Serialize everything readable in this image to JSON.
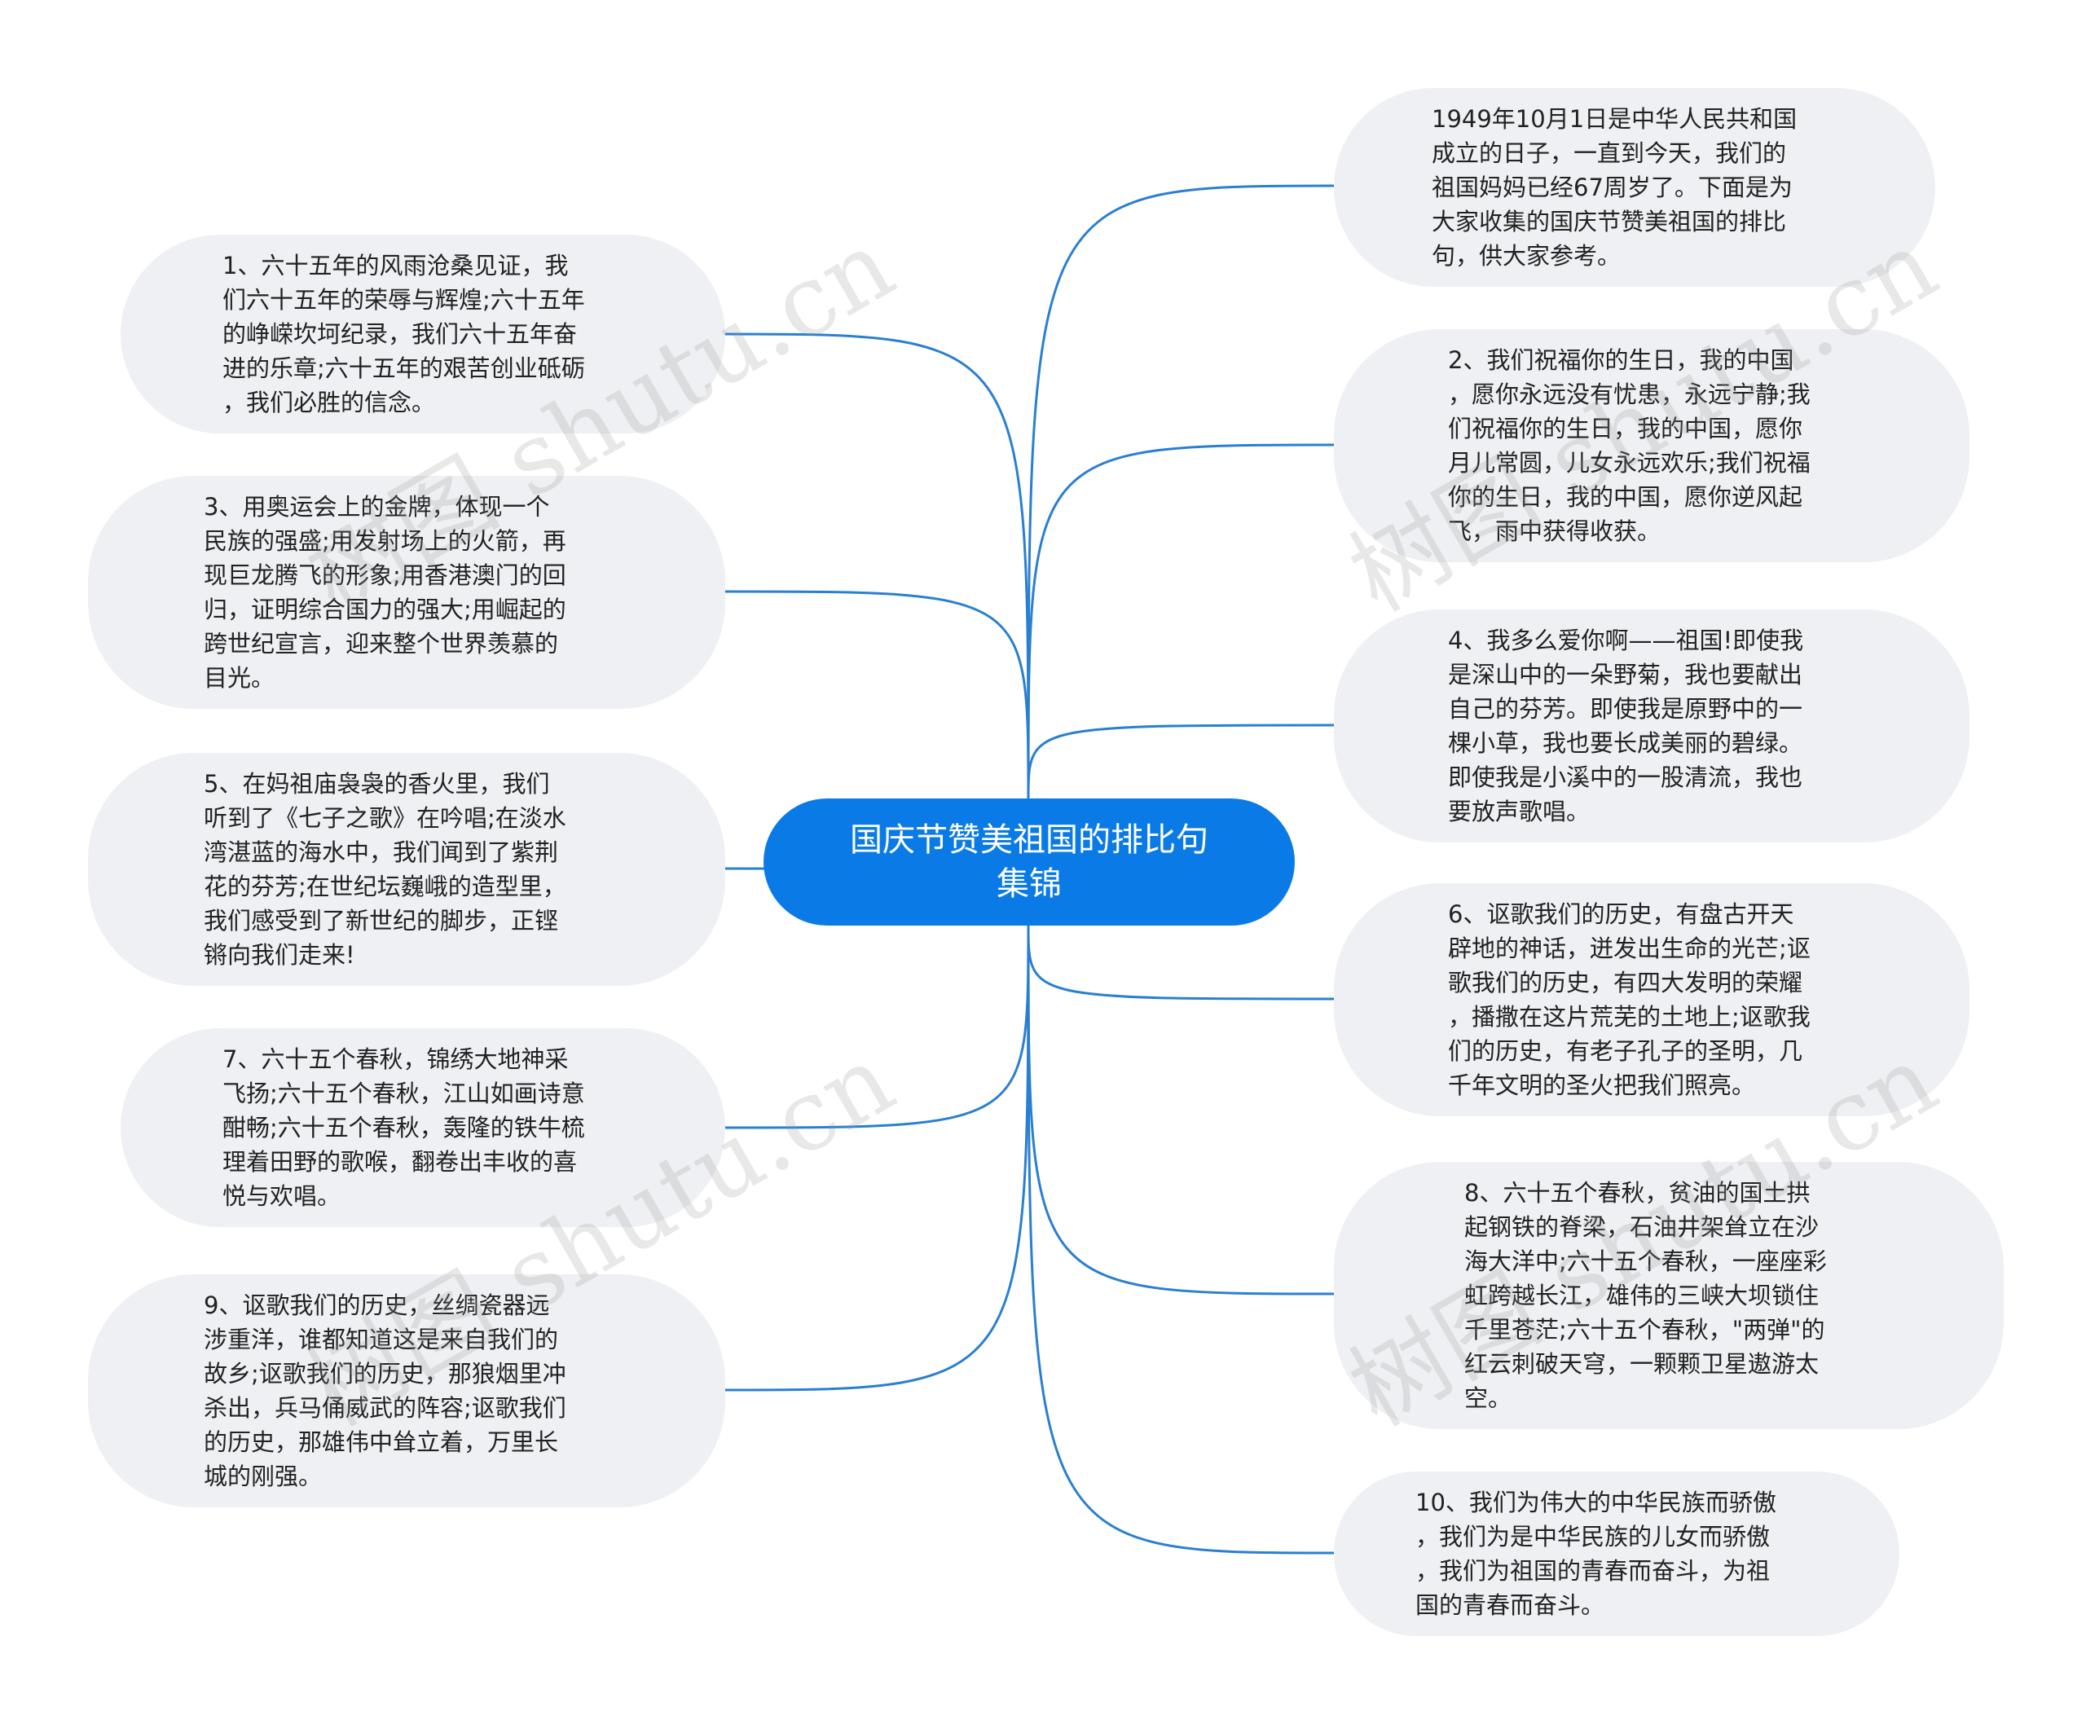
{
  "colors": {
    "center_fill": "#0a7be6",
    "line": "#2a7fd0",
    "node_fill": "#eef0f3"
  },
  "center": {
    "title": "国庆节赞美祖国的排比句\n集锦"
  },
  "nodes": [
    {
      "text": "1949年10月1日是中华人民共和国\n成立的日子，一直到今天，我们的\n祖国妈妈已经67周岁了。下面是为\n大家收集的国庆节赞美祖国的排比\n句，供大家参考。"
    },
    {
      "text": "1、六十五年的风雨沧桑见证，我\n们六十五年的荣辱与辉煌;六十五年\n的峥嵘坎坷纪录，我们六十五年奋\n进的乐章;六十五年的艰苦创业砥砺\n，我们必胜的信念。"
    },
    {
      "text": "2、我们祝福你的生日，我的中国\n，愿你永远没有忧患，永远宁静;我\n们祝福你的生日，我的中国，愿你\n月儿常圆，儿女永远欢乐;我们祝福\n你的生日，我的中国，愿你逆风起\n飞，雨中获得收获。"
    },
    {
      "text": "3、用奥运会上的金牌，体现一个\n民族的强盛;用发射场上的火箭，再\n现巨龙腾飞的形象;用香港澳门的回\n归，证明综合国力的强大;用崛起的\n跨世纪宣言，迎来整个世界羡慕的\n目光。"
    },
    {
      "text": "4、我多么爱你啊——祖国!即使我\n是深山中的一朵野菊，我也要献出\n自己的芬芳。即使我是原野中的一\n棵小草，我也要长成美丽的碧绿。\n即使我是小溪中的一股清流，我也\n要放声歌唱。"
    },
    {
      "text": "5、在妈祖庙袅袅的香火里，我们\n听到了《七子之歌》在吟唱;在淡水\n湾湛蓝的海水中，我们闻到了紫荆\n花的芬芳;在世纪坛巍峨的造型里，\n我们感受到了新世纪的脚步，正铿\n锵向我们走来!"
    },
    {
      "text": "6、讴歌我们的历史，有盘古开天\n辟地的神话，迸发出生命的光芒;讴\n歌我们的历史，有四大发明的荣耀\n，播撒在这片荒芜的土地上;讴歌我\n们的历史，有老子孔子的圣明，几\n千年文明的圣火把我们照亮。"
    },
    {
      "text": "7、六十五个春秋，锦绣大地神采\n飞扬;六十五个春秋，江山如画诗意\n酣畅;六十五个春秋，轰隆的铁牛梳\n理着田野的歌喉，翻卷出丰收的喜\n悦与欢唱。"
    },
    {
      "text": "8、六十五个春秋，贫油的国土拱\n起钢铁的脊梁，石油井架耸立在沙\n海大洋中;六十五个春秋，一座座彩\n虹跨越长江，雄伟的三峡大坝锁住\n千里苍茫;六十五个春秋，\"两弹\"的\n红云刺破天穹，一颗颗卫星遨游太\n空。"
    },
    {
      "text": "9、讴歌我们的历史，丝绸瓷器远\n涉重洋，谁都知道这是来自我们的\n故乡;讴歌我们的历史，那狼烟里冲\n杀出，兵马俑威武的阵容;讴歌我们\n的历史，那雄伟中耸立着，万里长\n城的刚强。"
    },
    {
      "text": "10、我们为伟大的中华民族而骄傲\n，我们为是中华民族的儿女而骄傲\n，我们为祖国的青春而奋斗，为祖\n国的青春而奋斗。"
    }
  ],
  "watermarks": [
    "树图 shutu.cn",
    "树图 shutu.cn",
    "树图 shutu.cn",
    "树图 shutu.cn"
  ]
}
